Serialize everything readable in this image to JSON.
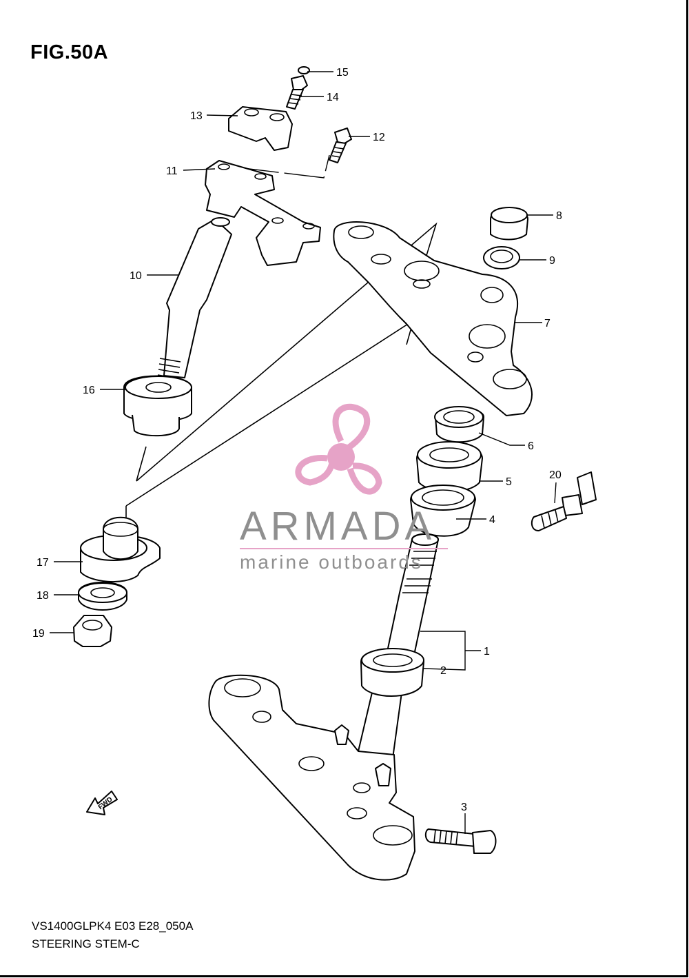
{
  "figure": {
    "title": "FIG.50A"
  },
  "footer": {
    "model_code": "VS1400GLPK4 E03 E28_050A",
    "section_name": "STEERING STEM-C"
  },
  "watermark": {
    "brand": "ARMADA",
    "tagline": "marine outboards",
    "logo_icon": "propeller-icon",
    "color": "#e6a3c7"
  },
  "fwd_marker": {
    "label": "FWD",
    "icon": "arrow-forward-icon"
  },
  "callouts": [
    "1",
    "2",
    "3",
    "4",
    "5",
    "6",
    "7",
    "8",
    "9",
    "10",
    "11",
    "12",
    "13",
    "14",
    "15",
    "16",
    "17",
    "18",
    "19",
    "20"
  ]
}
